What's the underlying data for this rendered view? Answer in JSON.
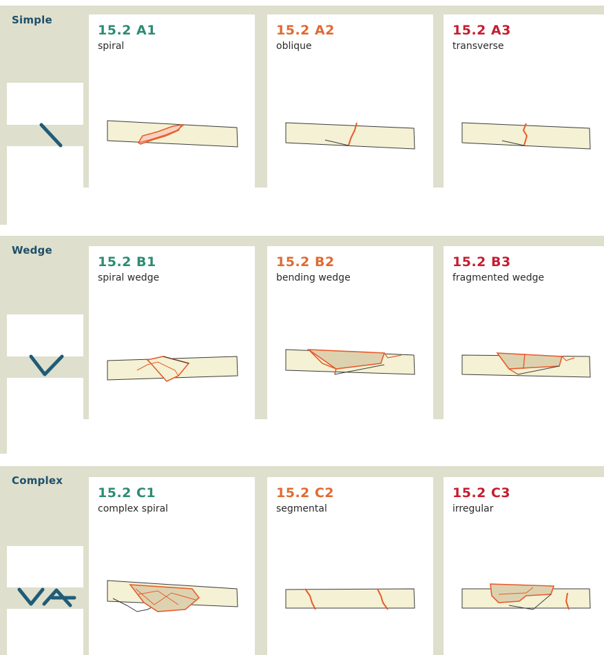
{
  "colors": {
    "panel_bg": "#dedfcc",
    "bone_fill": "#f4f1d4",
    "fracture_red": "#e85a2a",
    "grade_1": "#2e8b74",
    "grade_2": "#e06a32",
    "grade_3": "#c41e30",
    "label_blue": "#1e4f6b"
  },
  "rows": [
    {
      "label": "Simple",
      "icon": "single-diagonal-line-icon",
      "cards": [
        {
          "code": "15.2 A1",
          "label": "spiral"
        },
        {
          "code": "15.2 A2",
          "label": "oblique"
        },
        {
          "code": "15.2 A3",
          "label": "transverse"
        }
      ]
    },
    {
      "label": "Wedge",
      "icon": "v-shape-icon",
      "cards": [
        {
          "code": "15.2 B1",
          "label": "spiral wedge"
        },
        {
          "code": "15.2 B2",
          "label": "bending wedge"
        },
        {
          "code": "15.2 B3",
          "label": "fragmented wedge"
        }
      ]
    },
    {
      "label": "Complex",
      "icon": "complex-zigzag-icon",
      "cards": [
        {
          "code": "15.2 C1",
          "label": "complex spiral"
        },
        {
          "code": "15.2 C2",
          "label": "segmental"
        },
        {
          "code": "15.2 C3",
          "label": "irregular"
        }
      ]
    }
  ]
}
